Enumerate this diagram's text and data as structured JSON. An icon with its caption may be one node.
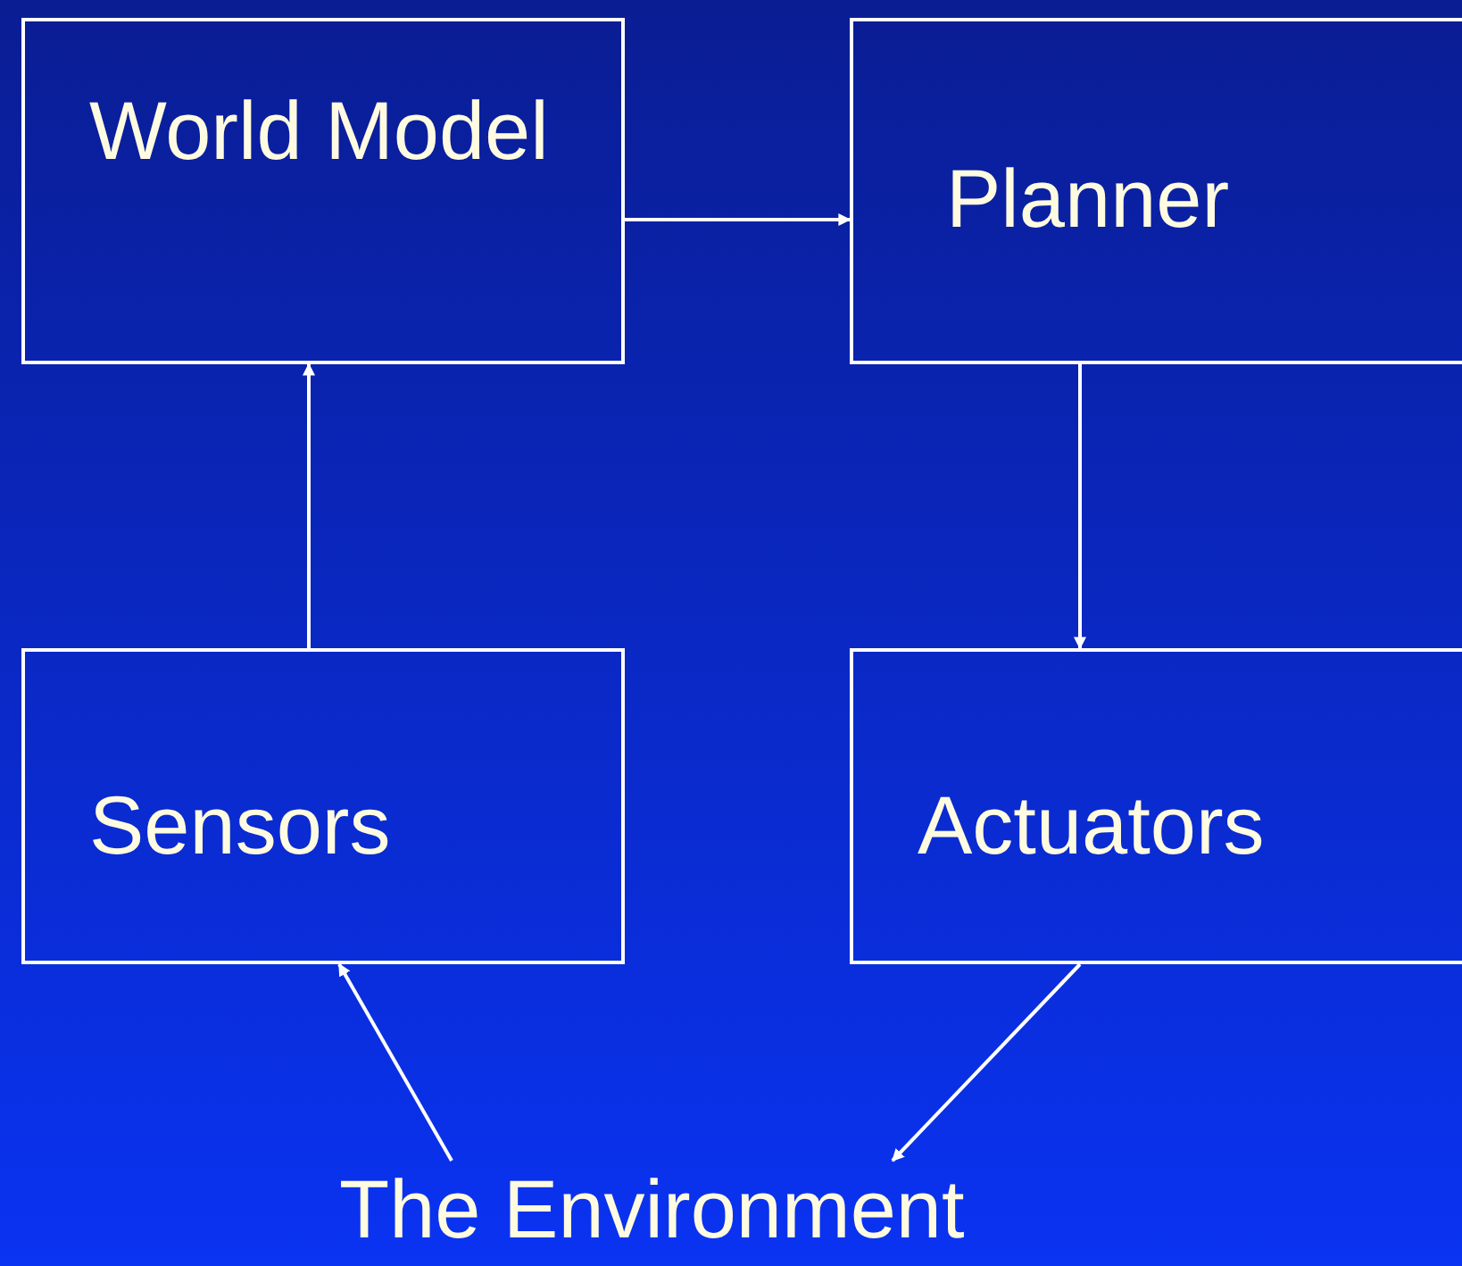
{
  "diagram": {
    "nodes": [
      {
        "text": [
          "World Model"
        ]
      },
      {
        "text": [
          "Planner"
        ]
      },
      {
        "text": [
          "Sensors"
        ]
      },
      {
        "text": [
          "Actuators"
        ]
      },
      {
        "text": [
          "The Environment"
        ]
      }
    ],
    "edges": [
      {
        "from": 0,
        "to": 1,
        "arrow": "to"
      },
      {
        "from": 1,
        "to": 3,
        "arrow": "to"
      },
      {
        "from": 2,
        "to": 0,
        "arrow": "to"
      },
      {
        "from": 3,
        "to": 4,
        "arrow": "to"
      },
      {
        "from": 4,
        "to": 2,
        "arrow": "to"
      }
    ]
  }
}
